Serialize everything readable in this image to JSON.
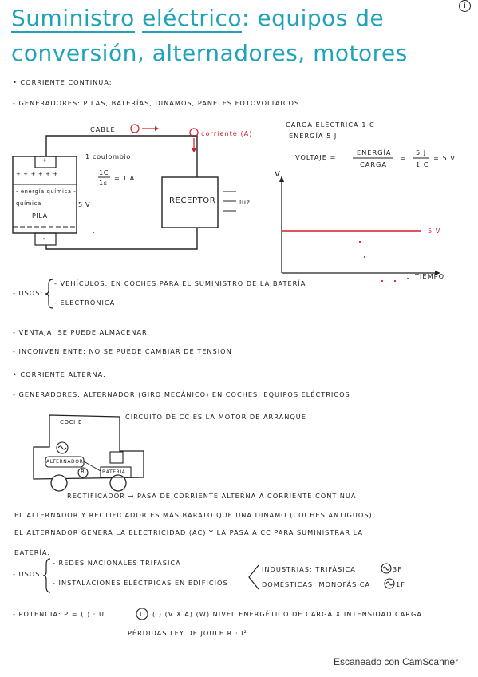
{
  "info_icon": "i",
  "title": {
    "line1_a": "Suministro",
    "line1_b": "eléctrico",
    "line1_c": ": equipos de",
    "line2": "conversión, alternadores, motores"
  },
  "dc": {
    "heading": "• Corriente continua:",
    "generators": "- Generadores: pilas, baterías, dinamos, paneles fotovoltaicos",
    "diagram": {
      "cable_label": "CABLE",
      "plus": "+",
      "current_label": "corriente (A)",
      "coulomb_label": "1 coulombio",
      "formula_num": "1C",
      "formula_den": "1s",
      "formula_result": "= 1 A",
      "pile_plus_row": "+ + + + + +",
      "energy_label": "- energía química -",
      "quimica": "química",
      "pile_label": "PILA",
      "voltage_5v": "5 V",
      "receptor": "RECEPTOR",
      "light_label": "luz",
      "minus": "-"
    },
    "charge": {
      "line1": "Carga eléctrica  1 C",
      "line2": "Energía  5 J",
      "voltaje": "VOLTAJE =",
      "frac1_num": "Energía",
      "frac1_den": "Carga",
      "eq": "=",
      "frac2_num": "5 J",
      "frac2_den": "1 C",
      "result": "= 5 V"
    },
    "graph": {
      "y_label": "V",
      "x_label": "TIEMPO",
      "level_label": "5 V",
      "level_value": 5
    },
    "uses_label": "- USOS:",
    "uses": [
      "- Vehículos: en coches para el suministro de la batería",
      "- Electrónica"
    ],
    "advantage": "- Ventaja: se puede almacenar",
    "disadvantage": "- Inconveniente: no se puede cambiar de tensión"
  },
  "ac": {
    "heading": "• Corriente alterna:",
    "generators": "- Generadores: alternador (giro mecánico) en coches, equipos eléctricos",
    "car": {
      "coche": "COCHE",
      "circuit_note": "circuito de CC es la motor de arranque",
      "alternador": "ALTERNADOR",
      "r": "R",
      "bateria": "BATERÍA"
    },
    "rectifier": "Rectificador → pasa de corriente alterna a corriente continua",
    "paragraph": [
      "El alternador y rectificador es más barato que una dinamo (coches antiguos),",
      "el alternador genera la electricidad (AC) y la pasa a CC para suministrar la",
      "batería."
    ],
    "uses_label": "- USOS:",
    "uses": [
      "- Redes nacionales trifásica",
      "- Instalaciones eléctricas en edificios"
    ],
    "industrial": "industrias: trifásica",
    "industrial_sym": "3F",
    "domestic": "domésticas: monofásica",
    "domestic_sym": "1F",
    "power": "- Potencia: P = ( ) · U",
    "power_i": "I",
    "power_rest": "( )   (V x A) (W)   nivel energético de carga x intensidad carga",
    "losses": "pérdidas ley de Joule  R · I²"
  },
  "footer": "Escaneado con CamScanner"
}
